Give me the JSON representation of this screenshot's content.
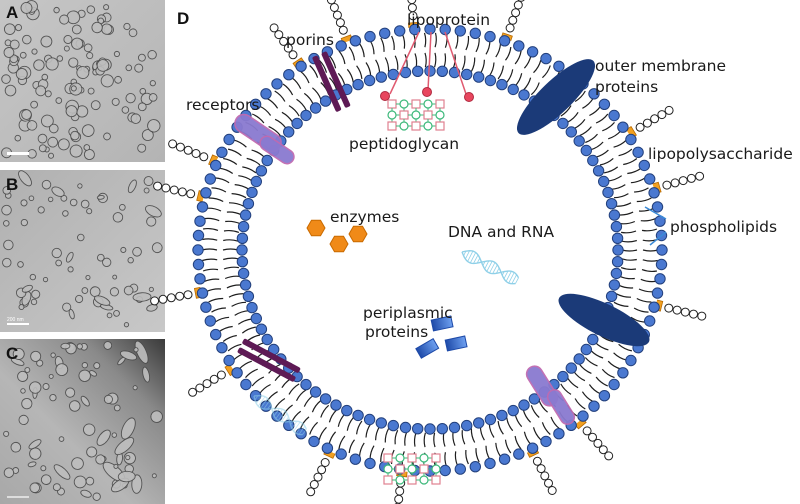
{
  "panels": {
    "a": {
      "letter": "A",
      "scale_bar_label": ""
    },
    "b": {
      "letter": "B",
      "scale_bar_label": "200 nm"
    },
    "c": {
      "letter": "C",
      "scale_bar_label": ""
    },
    "d": {
      "letter": "D"
    }
  },
  "labels": {
    "lipoprotein": "lipoprotein",
    "porins": "porins",
    "outer_membrane_proteins_line1": "outer membrane",
    "outer_membrane_proteins_line2": "proteins",
    "receptors": "receptors",
    "peptidoglycan": "peptidoglycan",
    "lipopolysaccharide": "lipopolysaccharide",
    "enzymes": "enzymes",
    "dna_rna": "DNA and RNA",
    "phospholipids": "phospholipids",
    "periplasmic_line1": "periplasmic",
    "periplasmic_line2": "proteins"
  },
  "colors": {
    "lipid_head": "#4a78d0",
    "lipid_head_stroke": "#23407c",
    "membrane_line": "#1e1e1e",
    "outer_protein": "#1b3a78",
    "porin": "#5e1a55",
    "receptor": "#8a7ad0",
    "receptor_stroke": "#c06ab0",
    "lps_core": "#f2a020",
    "peptidoglycan_square": "#e08090",
    "peptidoglycan_circle": "#3cb87a",
    "lipoprotein_line": "#e05a70",
    "enzyme": "#f08a18",
    "dna": "#8fd0e8",
    "periplasmic_protein": "#2f5fbf",
    "micrograph_bg": "#b8b8b8"
  }
}
